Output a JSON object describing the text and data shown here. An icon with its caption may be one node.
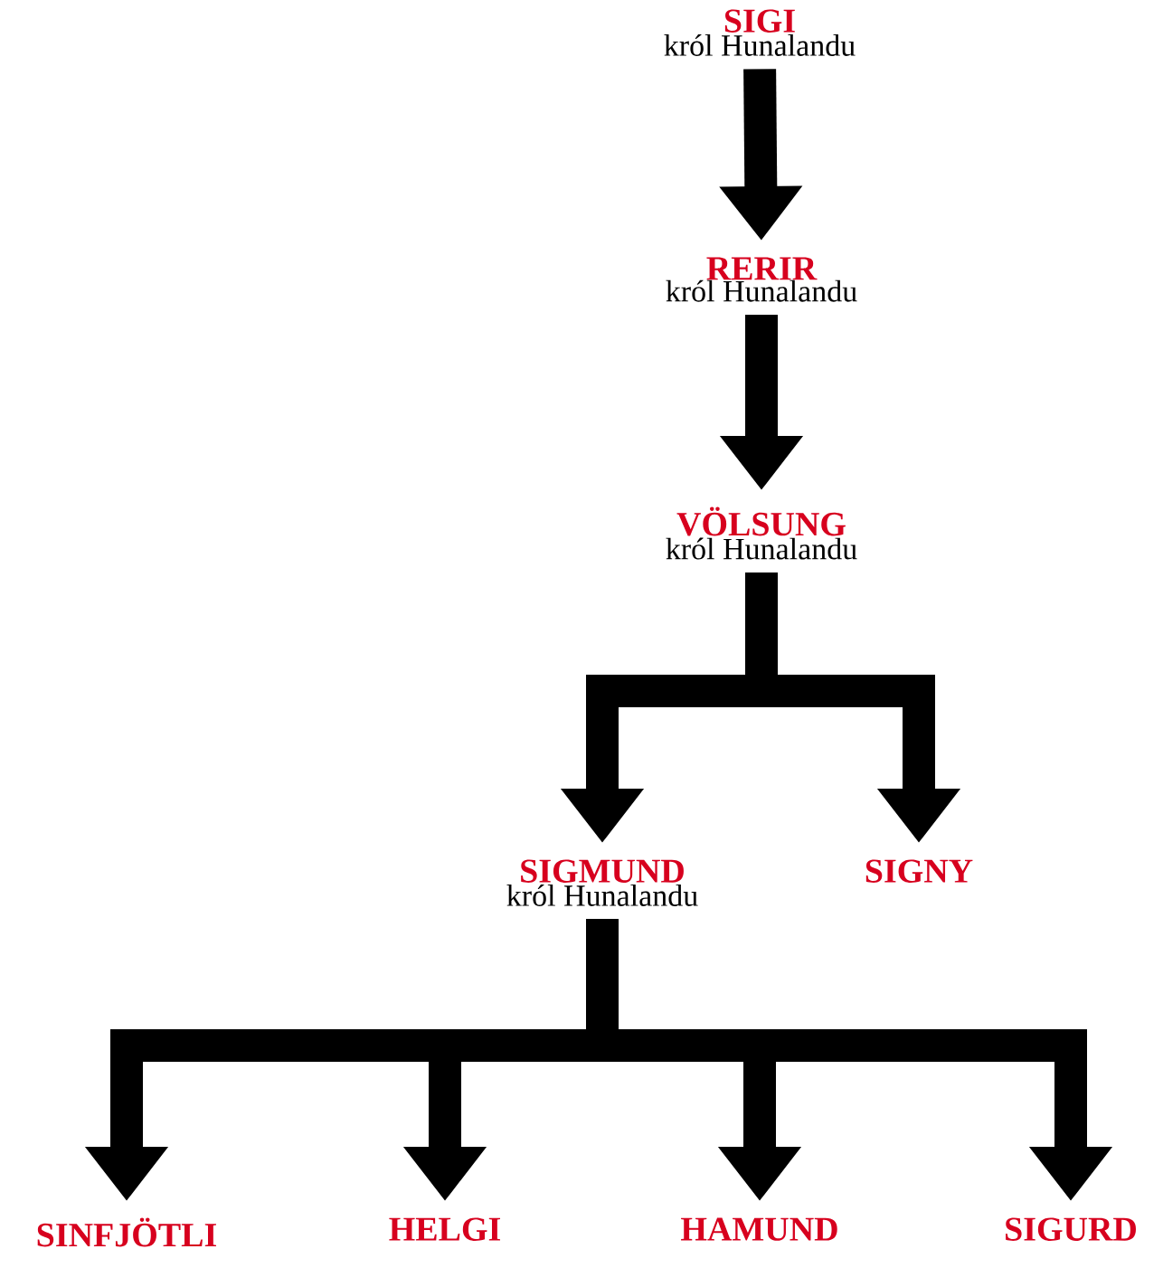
{
  "diagram": {
    "nodes": [
      {
        "text": [
          "SIGI",
          "król Hunalandu"
        ]
      },
      {
        "text": [
          "RERIR",
          "król Hunalandu"
        ]
      },
      {
        "text": [
          "VÖLSUNG",
          "król Hunalandu"
        ]
      },
      {
        "text": [
          "SIGMUND",
          "król Hunalandu"
        ]
      },
      {
        "text": [
          "SIGNY"
        ]
      },
      {
        "text": [
          "SINFJÖTLI"
        ]
      },
      {
        "text": [
          "HELGI"
        ]
      },
      {
        "text": [
          "HAMUND"
        ]
      },
      {
        "text": [
          "SIGURD"
        ]
      }
    ],
    "edges": [
      {
        "from": 0,
        "to": 1,
        "arrow": "to"
      },
      {
        "from": 1,
        "to": 2,
        "arrow": "to"
      },
      {
        "from": 2,
        "to": 3,
        "arrow": "to"
      },
      {
        "from": 2,
        "to": 4,
        "arrow": "to"
      },
      {
        "from": 3,
        "to": 5,
        "arrow": "to"
      },
      {
        "from": 3,
        "to": 6,
        "arrow": "to"
      },
      {
        "from": 3,
        "to": 7,
        "arrow": "to"
      },
      {
        "from": 3,
        "to": 8,
        "arrow": "to"
      }
    ]
  }
}
